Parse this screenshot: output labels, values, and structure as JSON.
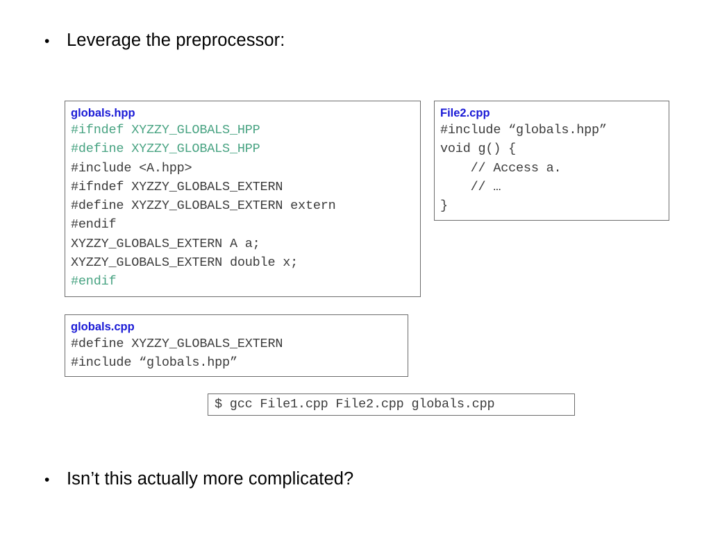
{
  "slide": {
    "background_color": "#ffffff",
    "bullet_glyph": "•",
    "bullets": [
      {
        "text": "Leverage the preprocessor:"
      },
      {
        "text": "Isn’t this actually more complicated?"
      }
    ]
  },
  "colors": {
    "title_blue": "#1a1ad6",
    "code_gray": "#3b3b3b",
    "code_green": "#48a382",
    "box_border": "#6b6b6b"
  },
  "code_boxes": [
    {
      "id": "globals-hpp",
      "title": "globals.hpp",
      "lines": [
        {
          "text": "#ifndef XYZZY_GLOBALS_HPP",
          "color": "green"
        },
        {
          "text": "#define XYZZY_GLOBALS_HPP",
          "color": "green"
        },
        {
          "text": "#include <A.hpp>",
          "color": "gray"
        },
        {
          "text": "#ifndef XYZZY_GLOBALS_EXTERN",
          "color": "gray"
        },
        {
          "text": "#define XYZZY_GLOBALS_EXTERN extern",
          "color": "gray"
        },
        {
          "text": "#endif",
          "color": "gray"
        },
        {
          "text": "XYZZY_GLOBALS_EXTERN A a;",
          "color": "gray"
        },
        {
          "text": "XYZZY_GLOBALS_EXTERN double x;",
          "color": "gray"
        },
        {
          "text": "#endif",
          "color": "green"
        }
      ]
    },
    {
      "id": "file2-cpp",
      "title": "File2.cpp",
      "lines": [
        {
          "text": "#include “globals.hpp”",
          "color": "gray"
        },
        {
          "text": "void g() {",
          "color": "gray"
        },
        {
          "text": "    // Access a.",
          "color": "gray"
        },
        {
          "text": "    // …",
          "color": "gray"
        },
        {
          "text": "}",
          "color": "gray"
        }
      ]
    },
    {
      "id": "globals-cpp",
      "title": "globals.cpp",
      "lines": [
        {
          "text": "#define XYZZY_GLOBALS_EXTERN",
          "color": "gray"
        },
        {
          "text": "#include “globals.hpp”",
          "color": "gray"
        }
      ]
    }
  ],
  "command": {
    "text": "$ gcc File1.cpp File2.cpp globals.cpp"
  }
}
